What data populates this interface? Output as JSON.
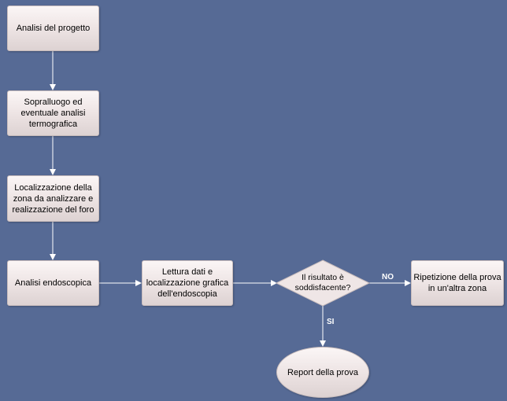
{
  "nodes": {
    "analisi_progetto": "Analisi del progetto",
    "sopralluogo": "Sopralluogo ed\neventuale analisi\ntermografica",
    "localizzazione": "Localizzazione della\nzona da analizzare e\nrealizzazione del foro",
    "analisi_endoscopica": "Analisi endoscopica",
    "lettura_dati": "Lettura dati e\nlocalizzazione grafica\ndell'endoscopia",
    "decisione": "Il risultato è\nsoddisfacente?",
    "ripetizione": "Ripetizione della prova\nin un'altra zona",
    "report": "Report della prova"
  },
  "edge_labels": {
    "no": "NO",
    "si": "SI"
  },
  "colors": {
    "background": "#566a95",
    "node_fill": "#efe6e6",
    "connector": "#ffffff"
  }
}
